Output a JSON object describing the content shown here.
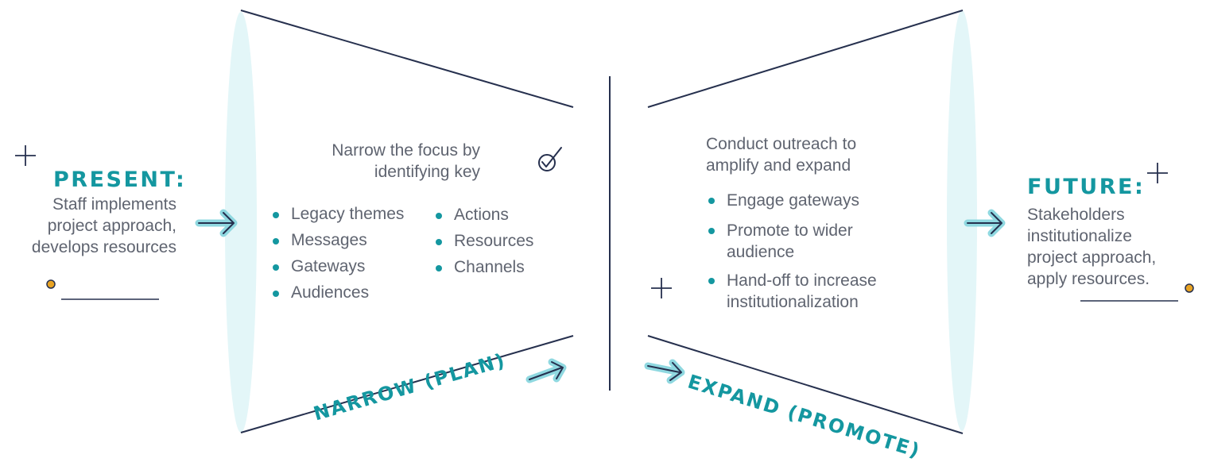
{
  "present": {
    "heading": "PRESENT:",
    "lines": [
      "Staff implements",
      "project approach,",
      "develops resources"
    ]
  },
  "narrow": {
    "intro_lines": [
      "Narrow the focus by",
      "identifying key"
    ],
    "items_col1": [
      "Legacy themes",
      "Messages",
      "Gateways",
      "Audiences"
    ],
    "items_col2": [
      "Actions",
      "Resources",
      "Channels"
    ],
    "label": "NARROW (PLAN)"
  },
  "expand": {
    "intro_lines": [
      "Conduct outreach to",
      "amplify and expand"
    ],
    "items": [
      {
        "lines": [
          "Engage gateways"
        ]
      },
      {
        "lines": [
          "Promote to wider",
          "audience"
        ]
      },
      {
        "lines": [
          "Hand-off to increase",
          "institutionalization"
        ]
      }
    ],
    "label": "EXPAND (PROMOTE)"
  },
  "future": {
    "heading": "FUTURE:",
    "lines": [
      "Stakeholders",
      "institutionalize",
      "project approach,",
      "apply resources."
    ]
  },
  "icons": {
    "plus": "plus-icon",
    "check": "checkmark-icon",
    "arrow": "arrow-right-icon",
    "dot": "dot-icon"
  },
  "colors": {
    "teal": "#1497a0",
    "navy": "#26304e",
    "light_blue": "#e3f6f8",
    "orange": "#e8a323",
    "text": "#5f6470"
  }
}
